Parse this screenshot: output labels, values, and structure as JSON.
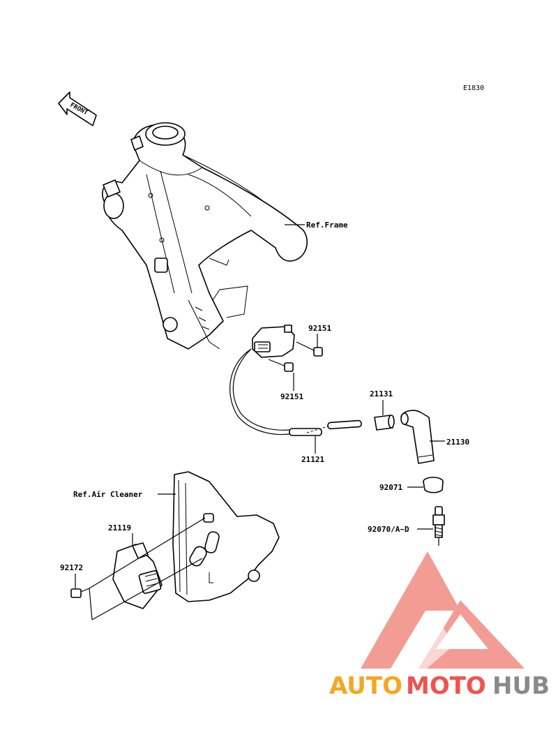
{
  "diagram": {
    "code": "E1830",
    "front_label": "FRONT",
    "references": {
      "frame": "Ref.Frame",
      "air_cleaner": "Ref.Air Cleaner"
    },
    "part_numbers": {
      "bolt_upper": "92151",
      "bolt_lower": "92151",
      "boot_cap": "21131",
      "plug_cap": "21130",
      "lead": "21121",
      "seal": "92071",
      "spark_plug": "92070/A~D",
      "igniter": "21119",
      "igniter_bolt": "92172"
    }
  },
  "watermark": {
    "part1": "AUTO",
    "part2": "MOTO",
    "part3": "HUB",
    "colors": {
      "orange": "#f5a623",
      "red": "#ef5350",
      "gray": "#8a8a8a",
      "logo": "#f28b82"
    }
  }
}
